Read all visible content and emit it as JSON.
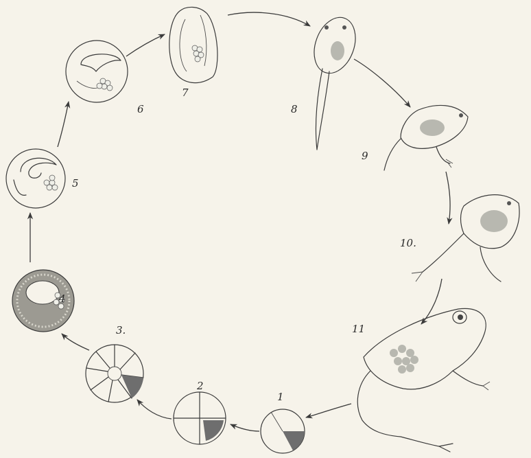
{
  "figure": {
    "stage_labels": [
      "1",
      "2",
      "3.",
      "4",
      "5",
      "6",
      "7",
      "8",
      "9",
      "10.",
      "11"
    ]
  },
  "colors": {
    "background": "#f6f3ea",
    "ink": "#3a3a3a",
    "shading": "#6e6e6e"
  }
}
